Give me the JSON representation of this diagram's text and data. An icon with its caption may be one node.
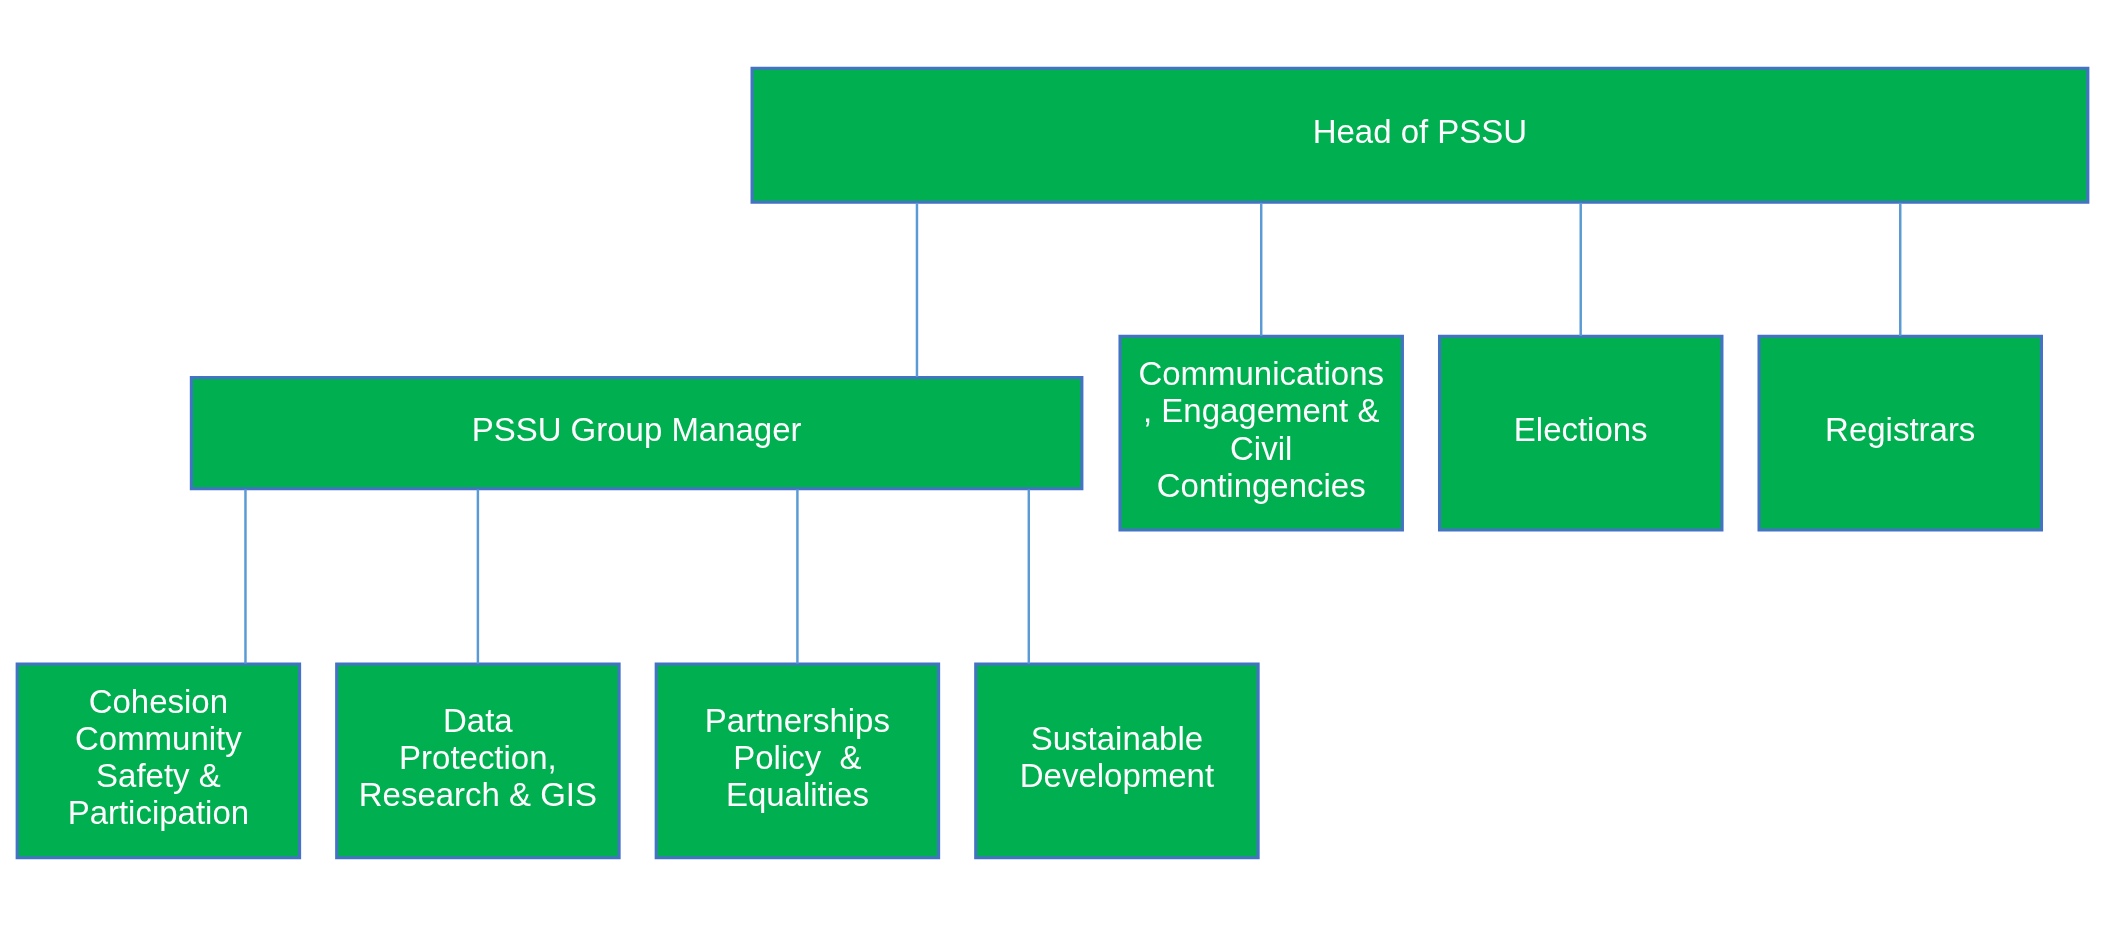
{
  "diagram": {
    "nodes": [
      {
        "text": [
          "Head of PSSU"
        ]
      },
      {
        "text": [
          "PSSU Group Manager"
        ]
      },
      {
        "text": [
          "Communications, Engagement & Civil Contingencies"
        ]
      },
      {
        "text": [
          "Elections"
        ]
      },
      {
        "text": [
          "Registrars"
        ]
      },
      {
        "text": [
          "Cohesion Community Safety & Participation"
        ]
      },
      {
        "text": [
          "Data Protection, Research & GIS"
        ]
      },
      {
        "text": [
          "Partnerships Policy  & Equalities"
        ]
      },
      {
        "text": [
          "Sustainable Development"
        ]
      }
    ],
    "edges": [
      {
        "from": 0,
        "to": 1,
        "arrow": "none"
      },
      {
        "from": 0,
        "to": 2,
        "arrow": "none"
      },
      {
        "from": 0,
        "to": 3,
        "arrow": "none"
      },
      {
        "from": 0,
        "to": 4,
        "arrow": "none"
      },
      {
        "from": 1,
        "to": 5,
        "arrow": "none"
      },
      {
        "from": 1,
        "to": 6,
        "arrow": "none"
      },
      {
        "from": 1,
        "to": 7,
        "arrow": "none"
      },
      {
        "from": 1,
        "to": 8,
        "arrow": "none"
      }
    ]
  }
}
